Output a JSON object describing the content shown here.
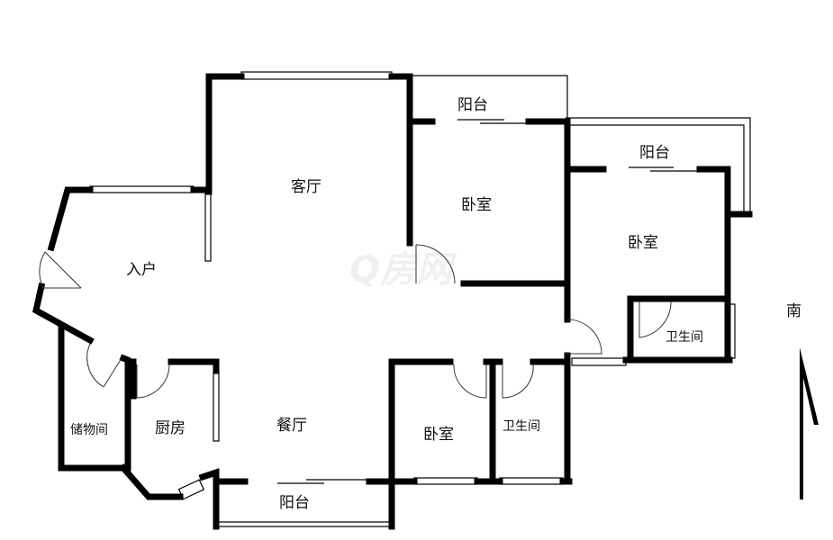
{
  "plan": {
    "rooms": {
      "living_room": "客厅",
      "entrance": "入户",
      "dining_room": "餐厅",
      "kitchen": "厨房",
      "storage": "储物间",
      "bedroom_1": "卧室",
      "bedroom_2": "卧室",
      "bedroom_3": "卧室",
      "bathroom_1": "卫生间",
      "bathroom_2": "卫生间",
      "balcony_1": "阳台",
      "balcony_2": "阳台",
      "balcony_3": "阳台"
    },
    "compass": "南",
    "watermark": "Q房网"
  }
}
